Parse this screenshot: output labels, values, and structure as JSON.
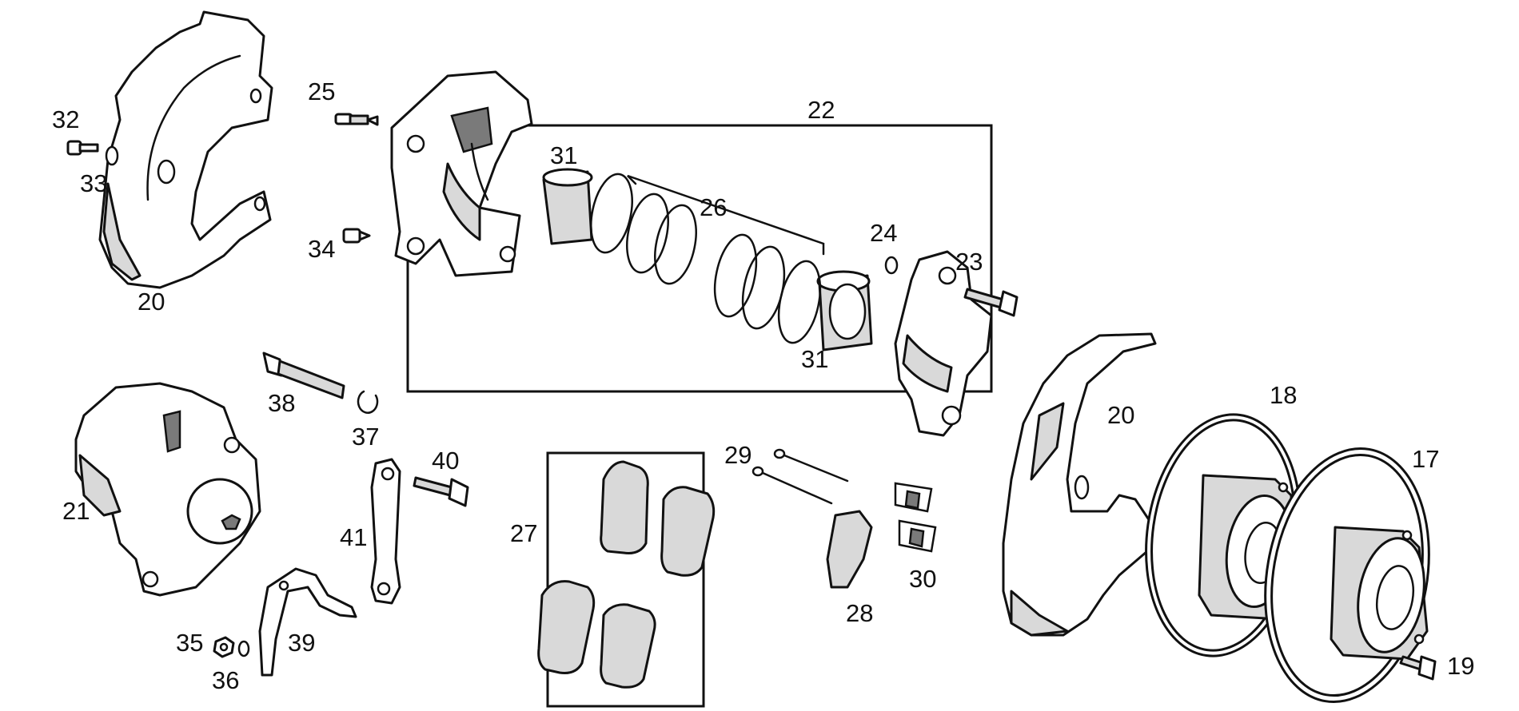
{
  "diagram": {
    "callouts": {
      "c17": "17",
      "c18": "18",
      "c19": "19",
      "c20a": "20",
      "c20b": "20",
      "c20c": "20",
      "c21": "21",
      "c22": "22",
      "c23": "23",
      "c24": "24",
      "c25": "25",
      "c26": "26",
      "c27": "27",
      "c28": "28",
      "c29": "29",
      "c30": "30",
      "c31a": "31",
      "c31b": "31",
      "c32": "32",
      "c33": "33",
      "c34": "34",
      "c35": "35",
      "c36": "36",
      "c37": "37",
      "c38": "38",
      "c39": "39",
      "c40": "40",
      "c41": "41"
    }
  }
}
